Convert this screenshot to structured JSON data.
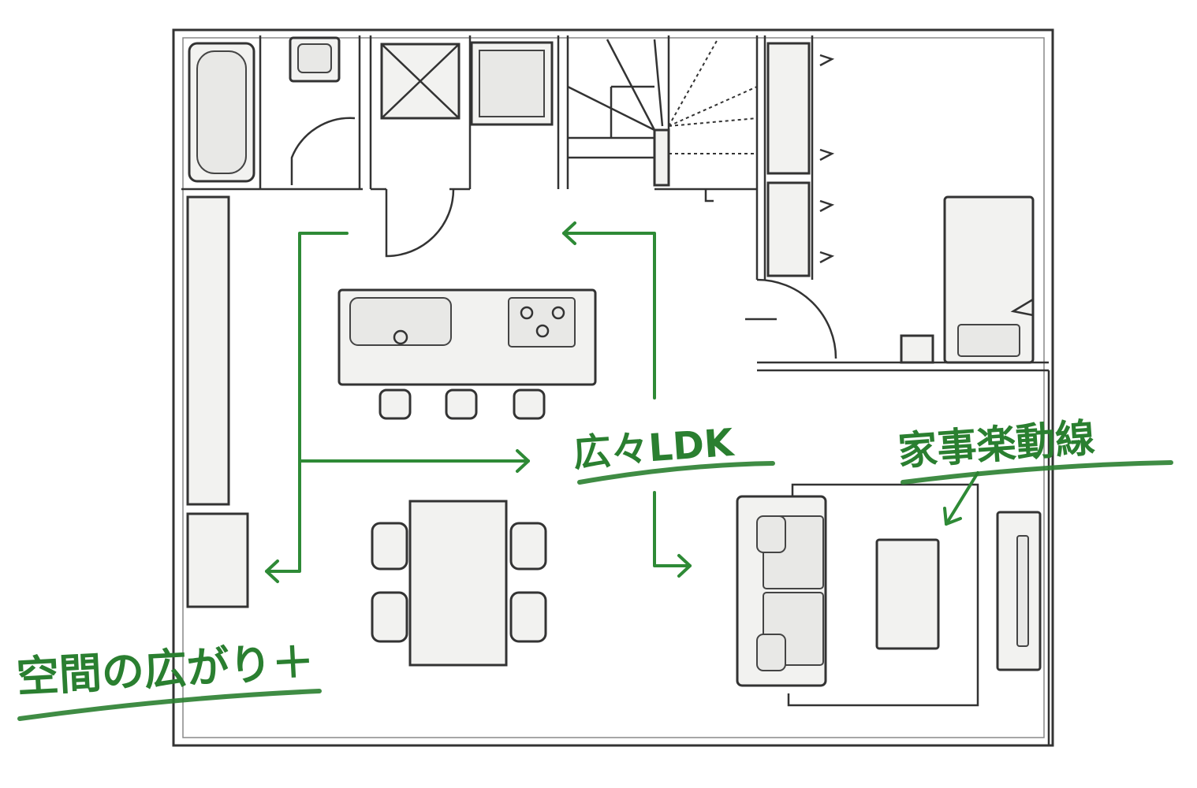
{
  "labels": {
    "ldk": "広々LDK",
    "housework": "家事楽動線",
    "space": "空間の広がり＋"
  },
  "colors": {
    "accent": "#2a7f30",
    "wall": "#333333",
    "fixture_fill": "#f2f2f0"
  }
}
